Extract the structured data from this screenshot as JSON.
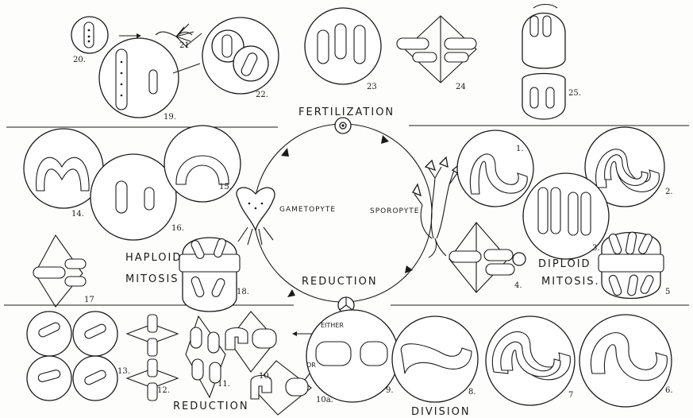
{
  "labels": {
    "fertilization": "FERTILIZATION",
    "gametopyte": "GAMETOPYTE",
    "sporopyte": "SPOROPYTE",
    "reduction_cycle": "REDUCTION",
    "haploid": "HAPLOID",
    "haploid_mitosis": "MITOSIS",
    "diploid": "DIPLOID",
    "diploid_mitosis": "MITOSIS.",
    "reduction_bottom": "REDUCTION",
    "division": "DIVISION",
    "either": "EITHER",
    "or": "OR"
  },
  "figure_numbers": {
    "f1": "1.",
    "f2": "2.",
    "f3": "3.",
    "f4": "4.",
    "f5": "5",
    "f6": "6.",
    "f7": "7",
    "f8": "8.",
    "f9": "9.",
    "f10_1": "10,",
    "f10a": "10a.",
    "f11": "11.",
    "f12": "12.",
    "f13": "13.",
    "f14": "14.",
    "f15": "15.",
    "f16": "16.",
    "f17": "17",
    "f18": "18.",
    "f19": "19.",
    "f20": "20.",
    "f21": "21",
    "f22": "22.",
    "f23": "23",
    "f24": "24",
    "f25": "25."
  },
  "colors": {
    "ink": "#1a1a1a",
    "paper": "#fdfdfb"
  }
}
